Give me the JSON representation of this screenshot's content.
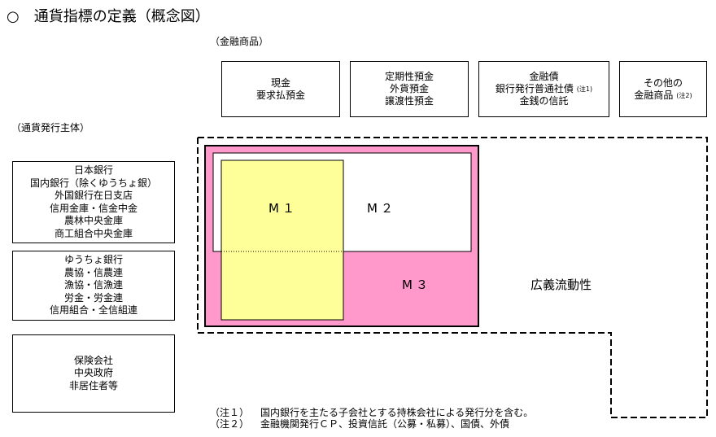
{
  "title": "○　通貨指標の定義（概念図）",
  "financial_products_label": "（金融商品）",
  "issuer_label": "（通貨発行主体）",
  "products": [
    {
      "lines": [
        "現金",
        "要求払預金"
      ]
    },
    {
      "lines": [
        "定期性預金",
        "外貨預金",
        "譲渡性預金"
      ]
    },
    {
      "lines": [
        "金融債",
        "銀行発行普通社債",
        "金銭の信託"
      ],
      "note_mark": "(注1)"
    },
    {
      "lines": [
        "その他の",
        "金融商品"
      ],
      "note_mark": "(注2)"
    }
  ],
  "issuers": [
    {
      "lines": [
        "日本銀行",
        "国内銀行（除くゆうちょ銀）",
        "外国銀行在日支店",
        "信用金庫・信金中金",
        "農林中央金庫",
        "商工組合中央金庫"
      ]
    },
    {
      "lines": [
        "ゆうちょ銀行",
        "農協・信農連",
        "漁協・信漁連",
        "労金・労金連",
        "信用組合・全信組連"
      ]
    },
    {
      "lines": [
        "保険会社",
        "中央政府",
        "非居住者等"
      ]
    }
  ],
  "aggregates": {
    "m1": "M１",
    "m2": "M２",
    "m3": "M３",
    "broad": "広義流動性"
  },
  "notes": [
    {
      "tag": "（注１）",
      "text": "国内銀行を主たる子会社とする持株会社による発行分を含む。"
    },
    {
      "tag": "（注２）",
      "text": "金融機関発行ＣＰ、投資信託（公募・私募）、国債、外債"
    }
  ],
  "colors": {
    "m3_fill": "#ff99cc",
    "m1_fill": "#ffff99",
    "m2_fill": "#ffffff",
    "line": "#000000"
  }
}
